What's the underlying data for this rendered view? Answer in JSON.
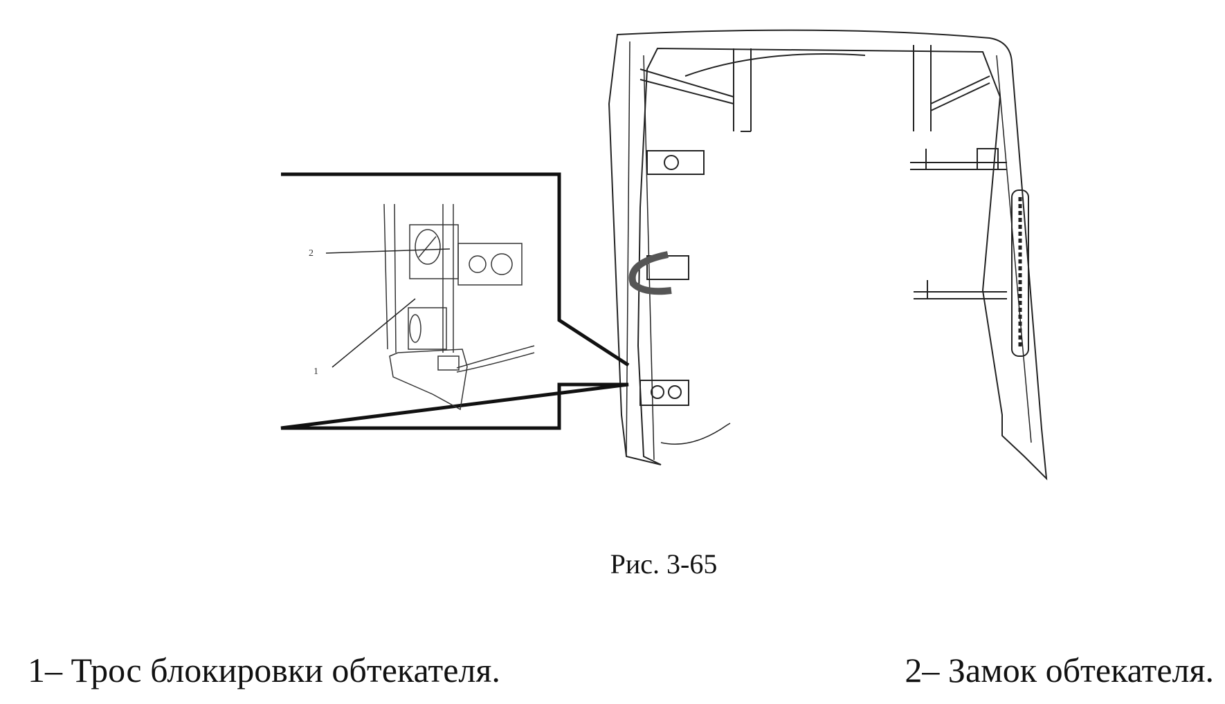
{
  "figure": {
    "caption": "Рис. 3-65",
    "callouts": [
      "2",
      "1"
    ]
  },
  "legend": [
    {
      "text": "1– Трос блокировки обтекателя."
    },
    {
      "text": "2– Замок обтекателя."
    }
  ]
}
